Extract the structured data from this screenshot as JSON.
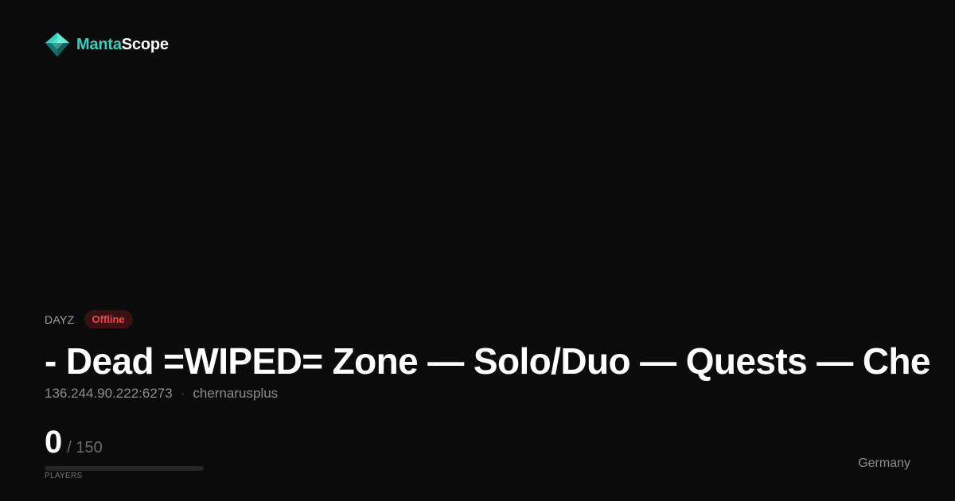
{
  "brand": {
    "name_part1": "Manta",
    "name_part2": "Scope",
    "logo_icon": "diamond-logo-icon",
    "accent_color": "#2dd4bf"
  },
  "server": {
    "game": "DAYZ",
    "status": "Offline",
    "status_color": "#ef4444",
    "title": "- Dead =WIPED= Zone — Solo/Duo — Quests — Che",
    "address": "136.244.90.222:6273",
    "separator": "·",
    "map": "chernarusplus",
    "players_current": "0",
    "players_max_text": "/ 150",
    "players_fill_fraction": 0,
    "players_caption": "PLAYERS",
    "country": "Germany"
  }
}
